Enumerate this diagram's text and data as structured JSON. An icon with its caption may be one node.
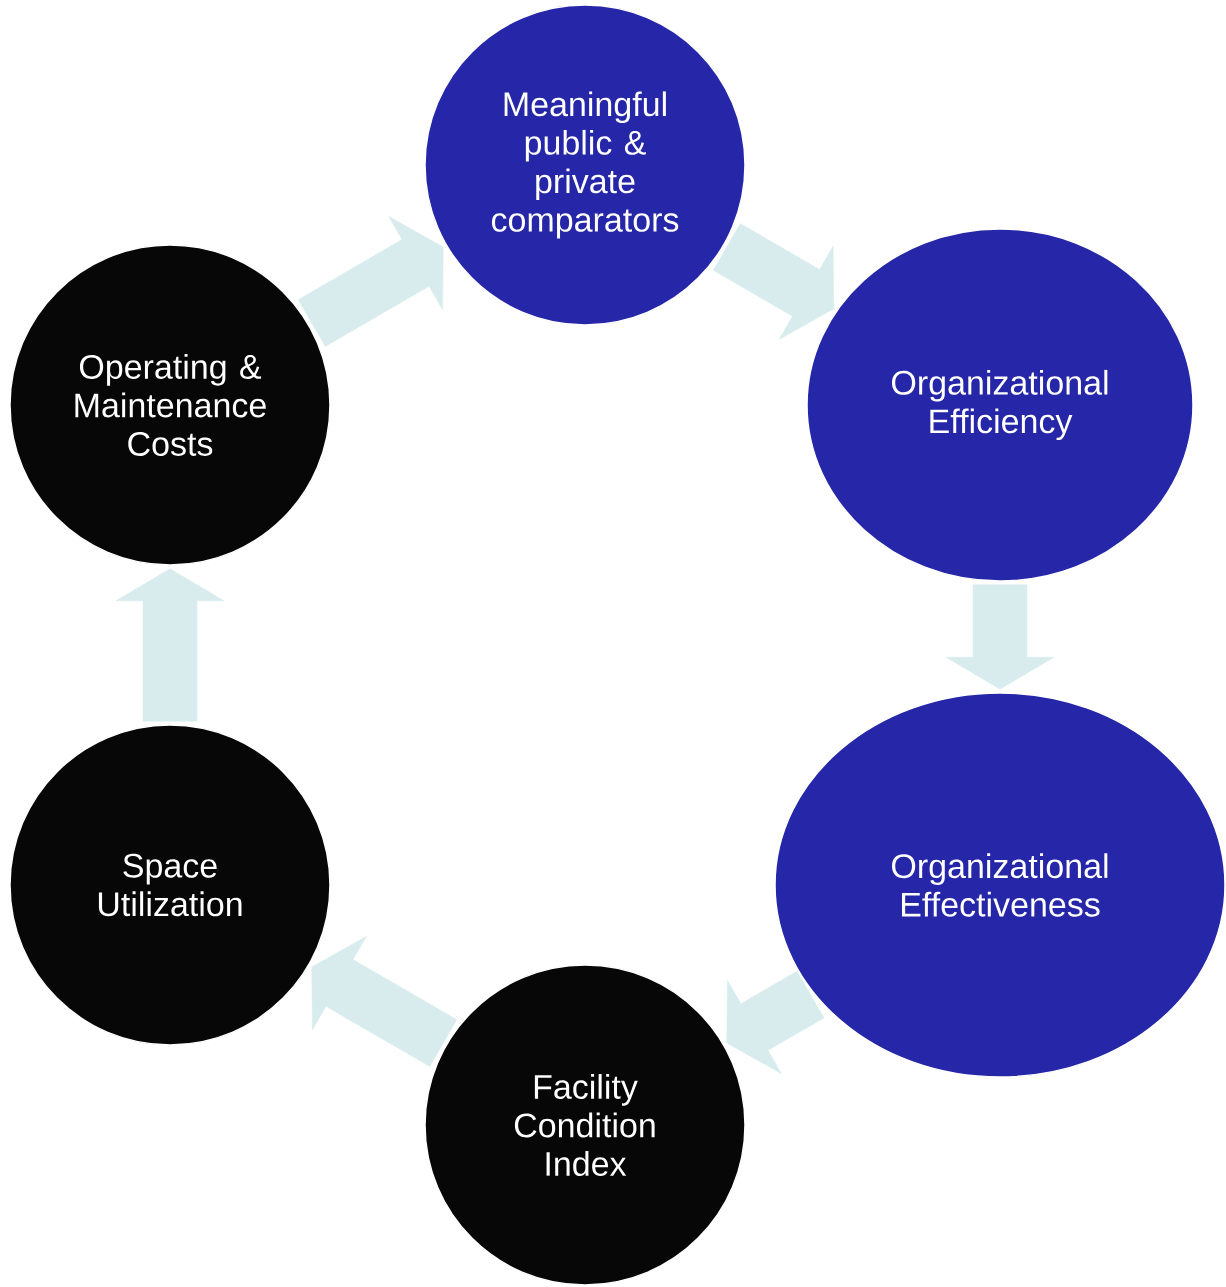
{
  "diagram": {
    "nodes": [
      {
        "text": [
          "Meaningful public & private comparators"
        ]
      },
      {
        "text": [
          "Organizational Efficiency"
        ]
      },
      {
        "text": [
          "Organizational Effectiveness"
        ]
      },
      {
        "text": [
          "Facility Condition Index"
        ]
      },
      {
        "text": [
          "Space Utilization"
        ]
      },
      {
        "text": [
          "Operating & Maintenance Costs"
        ]
      }
    ],
    "edges": [
      {
        "from": 0,
        "to": 1,
        "arrow": "to"
      },
      {
        "from": 1,
        "to": 2,
        "arrow": "to"
      },
      {
        "from": 2,
        "to": 3,
        "arrow": "to"
      },
      {
        "from": 3,
        "to": 4,
        "arrow": "to"
      },
      {
        "from": 4,
        "to": 5,
        "arrow": "to"
      },
      {
        "from": 5,
        "to": 0,
        "arrow": "to"
      }
    ]
  }
}
